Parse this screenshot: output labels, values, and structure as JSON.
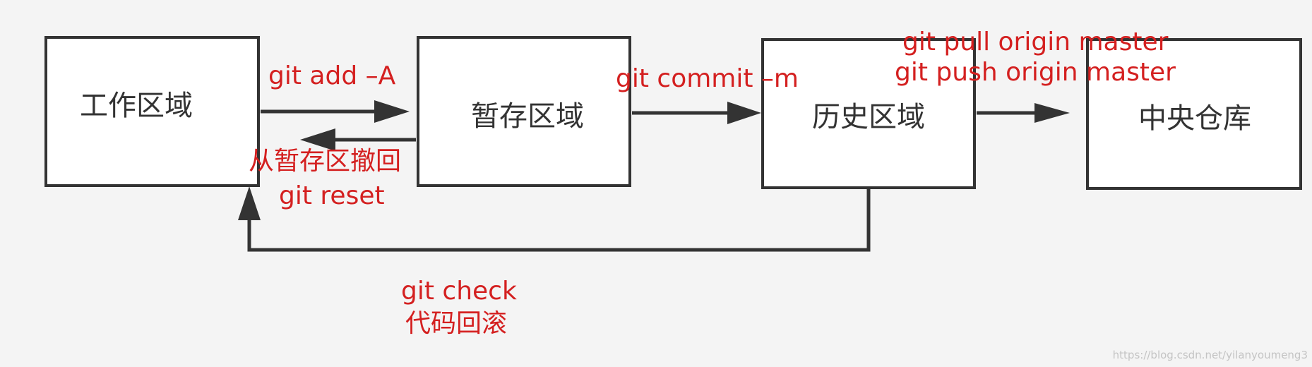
{
  "colors": {
    "background": "#f4f4f4",
    "box_stroke": "#333333",
    "arrow": "#333333",
    "command_text": "#d42020",
    "watermark": "#c4c4c4"
  },
  "boxes": {
    "work": "工作区域",
    "staging": "暂存区域",
    "history": "历史区域",
    "remote": "中央仓库"
  },
  "commands": {
    "add": "git add –A",
    "reset_line1": "从暂存区撤回",
    "reset_line2": "git reset",
    "commit": "git commit –m",
    "pull": "git pull origin master",
    "push": "git push origin master",
    "checkout_line1": "git check",
    "checkout_line2": "代码回滚"
  },
  "watermark": "https://blog.csdn.net/yilanyoumeng3"
}
